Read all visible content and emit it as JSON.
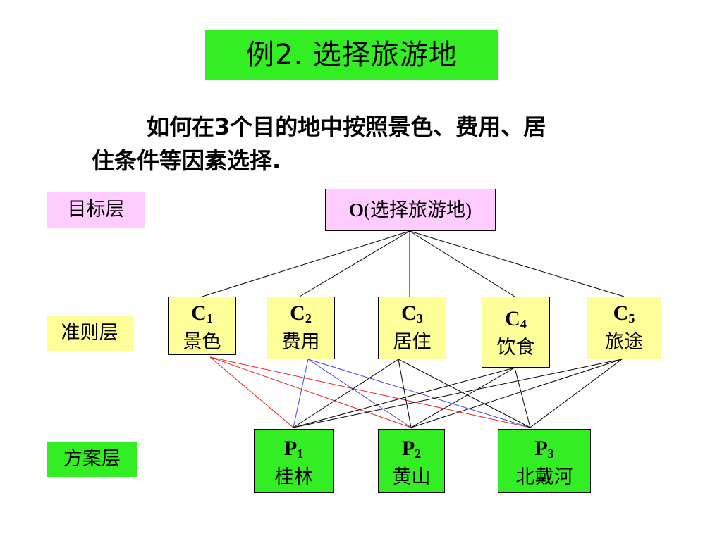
{
  "title": "例2.  选择旅游地",
  "description": {
    "line1": "如何在3个目的地中按照景色、费用、居",
    "line2": "住条件等因素选择."
  },
  "layers": {
    "goal": "目标层",
    "criteria": "准则层",
    "alternatives": "方案层"
  },
  "goal_node": {
    "code": "O",
    "name": "(选择旅游地)"
  },
  "criteria": [
    {
      "code": "C",
      "sub": "1",
      "name": "景色"
    },
    {
      "code": "C",
      "sub": "2",
      "name": "费用"
    },
    {
      "code": "C",
      "sub": "3",
      "name": "居住"
    },
    {
      "code": "C",
      "sub": "4",
      "name": "饮食"
    },
    {
      "code": "C",
      "sub": "5",
      "name": "旅途"
    }
  ],
  "alternatives": [
    {
      "code": "P",
      "sub": "1",
      "name": "桂林"
    },
    {
      "code": "P",
      "sub": "2",
      "name": "黄山"
    },
    {
      "code": "P",
      "sub": "3",
      "name": "北戴河"
    }
  ],
  "colors": {
    "title_bg": "#33ee22",
    "goal_bg": "#ffccff",
    "criteria_bg": "#ffff99",
    "alternatives_bg": "#33ee22",
    "edge_c1": "#ee2222",
    "edge_c2": "#4444dd",
    "edge_default": "#000000"
  }
}
